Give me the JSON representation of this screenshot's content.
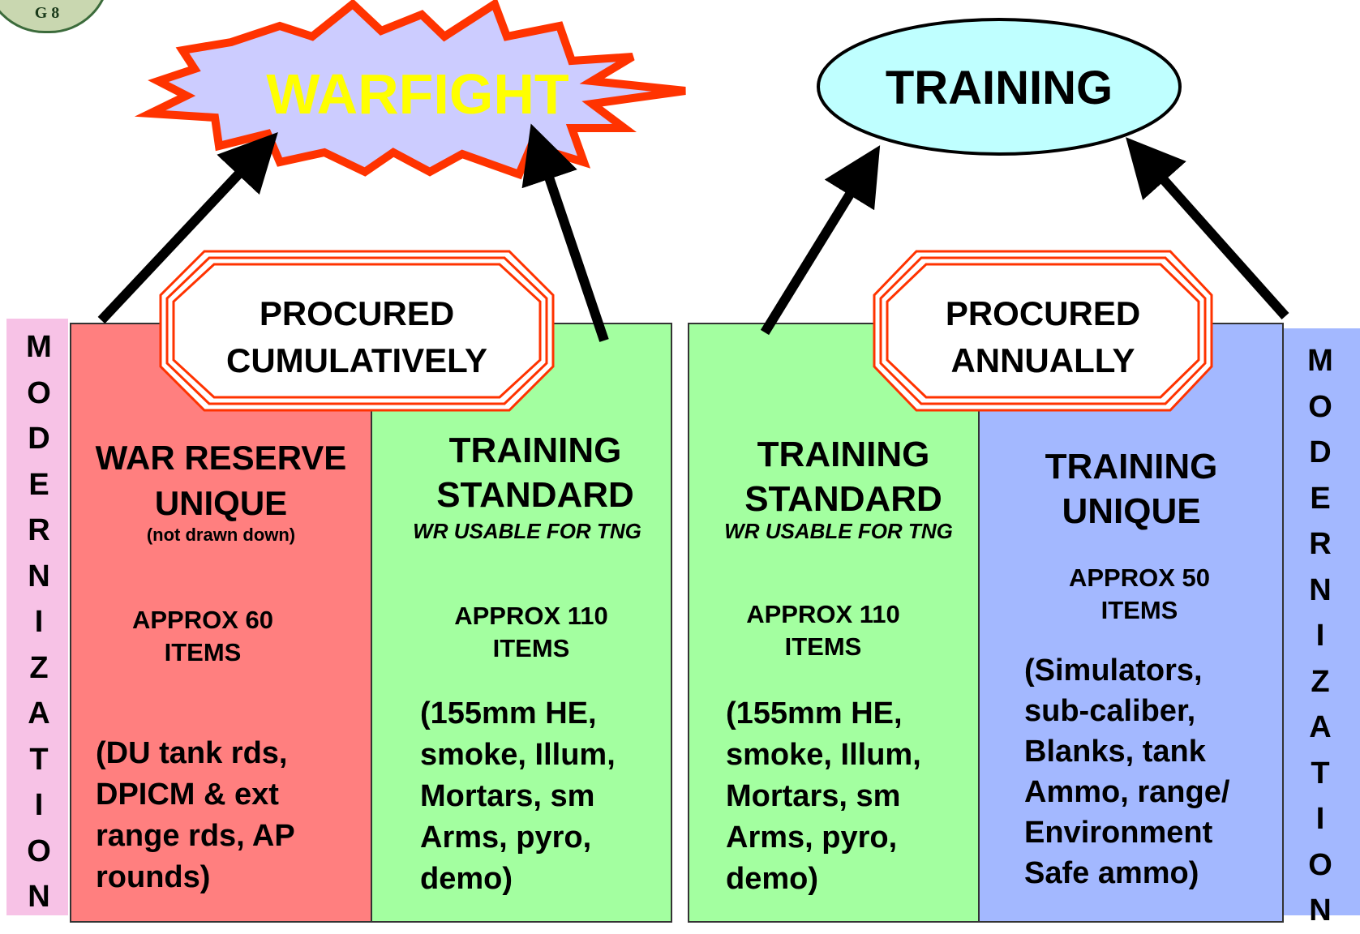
{
  "logo": {
    "text": "G 8"
  },
  "top": {
    "warfight": "WARFIGHT",
    "training": "TRAINING"
  },
  "labels": {
    "procured_cumulatively": [
      "PROCURED",
      "CUMULATIVELY"
    ],
    "procured_annually": [
      "PROCURED",
      "ANNUALLY"
    ]
  },
  "side_labels": {
    "left": [
      "M",
      "O",
      "D",
      "E",
      "R",
      "N",
      "I",
      "Z",
      "A",
      "T",
      "I",
      "O",
      "N"
    ],
    "right": [
      "M",
      "O",
      "D",
      "E",
      "R",
      "N",
      "I",
      "Z",
      "A",
      "T",
      "I",
      "O",
      "N"
    ]
  },
  "columns": [
    {
      "title": [
        "WAR RESERVE",
        "UNIQUE"
      ],
      "note": "(not drawn down)",
      "approx": [
        "APPROX 60",
        "ITEMS"
      ],
      "examples": [
        "(DU tank rds,",
        "DPICM & ext",
        "range rds, AP",
        "rounds)"
      ]
    },
    {
      "title": [
        "TRAINING",
        "STANDARD"
      ],
      "note": "WR USABLE FOR TNG",
      "approx": [
        "APPROX 110",
        "ITEMS"
      ],
      "examples": [
        "(155mm HE,",
        "smoke, Illum,",
        "Mortars, sm",
        "Arms, pyro,",
        "demo)"
      ]
    },
    {
      "title": [
        "TRAINING",
        "STANDARD"
      ],
      "note": "WR USABLE FOR TNG",
      "approx": [
        "APPROX 110",
        "ITEMS"
      ],
      "examples": [
        "(155mm HE,",
        "smoke, Illum,",
        "Mortars, sm",
        "Arms, pyro,",
        "demo)"
      ]
    },
    {
      "title": [
        "TRAINING",
        "UNIQUE"
      ],
      "approx": [
        "APPROX 50",
        "ITEMS"
      ],
      "examples": [
        "(Simulators,",
        "sub-caliber,",
        "Blanks, tank",
        "Ammo, range/",
        "Environment",
        "Safe ammo)"
      ]
    }
  ],
  "colors": {
    "modernization_left": "#f7c2e6",
    "war_reserve": "#ff7f7f",
    "training_standard": "#a3ffa0",
    "training_unique": "#a3b8ff",
    "modernization_right": "#a3b8ff",
    "warfight_fill": "#ccccff",
    "warfight_outline": "#ff3300",
    "warfight_text": "#ffff00",
    "training_fill": "#bfffff"
  }
}
